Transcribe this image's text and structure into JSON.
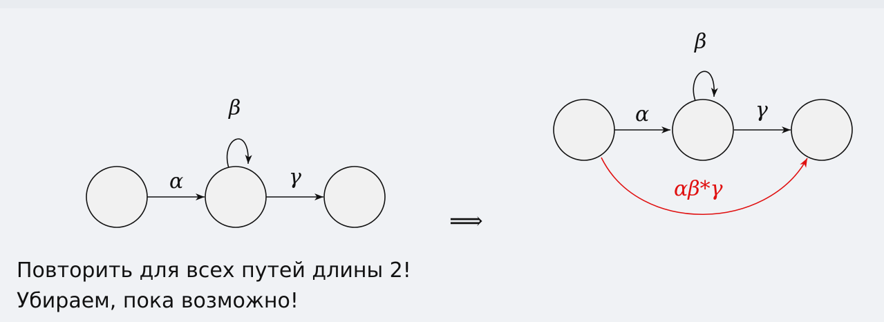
{
  "left_diagram": {
    "edge_labels": {
      "alpha": "α",
      "beta": "β",
      "gamma": "γ"
    }
  },
  "implies_symbol": "⟹",
  "right_diagram": {
    "edge_labels": {
      "alpha": "α",
      "beta": "β",
      "gamma": "γ",
      "combined": "αβ*γ"
    },
    "combined_color": "#e01010"
  },
  "caption": {
    "line1": "Повторить для всех путей длины 2!",
    "line2": "Убираем, пока возможно!"
  }
}
